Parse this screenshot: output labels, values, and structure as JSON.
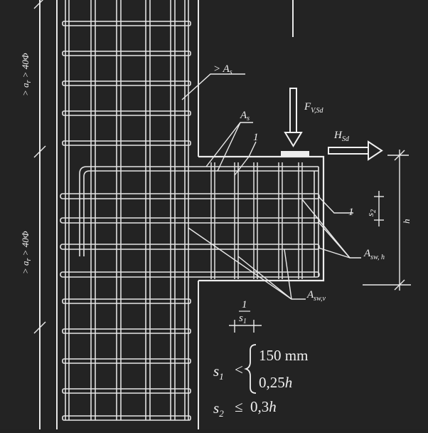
{
  "labels": {
    "as_main": "> A",
    "as_main_sub": "s",
    "as_corbel": "A",
    "as_corbel_sub": "s",
    "fv": "F",
    "fv_sub": "V,Sd",
    "hsd": "H",
    "hsd_sub": "Sd",
    "note1_a": "1",
    "note1_b": "1",
    "note1_c": "1",
    "asw_h": "A",
    "asw_h_sub": "sw, h",
    "asw_v": "A",
    "asw_v_sub": "sw,v",
    "s1": "s",
    "s1_sub": "1",
    "s2": "s",
    "s2_sub": "2",
    "h": "h",
    "dim_upper": "> a",
    "dim_upper_sub": "r",
    "dim_upper_tail": " > 40Φ",
    "dim_lower": "> a",
    "dim_lower_sub": "r",
    "dim_lower_tail": " > 40Φ"
  },
  "formula": {
    "s1_lhs": "s",
    "s1_lhs_sub": "1",
    "s1_op": "<",
    "s1_case1": "150 mm",
    "s1_case2_num": "0,25",
    "s1_case2_var": "h",
    "s2_lhs": "s",
    "s2_lhs_sub": "2",
    "s2_op": "≤",
    "s2_rhs_num": "0,3",
    "s2_rhs_var": "h"
  }
}
